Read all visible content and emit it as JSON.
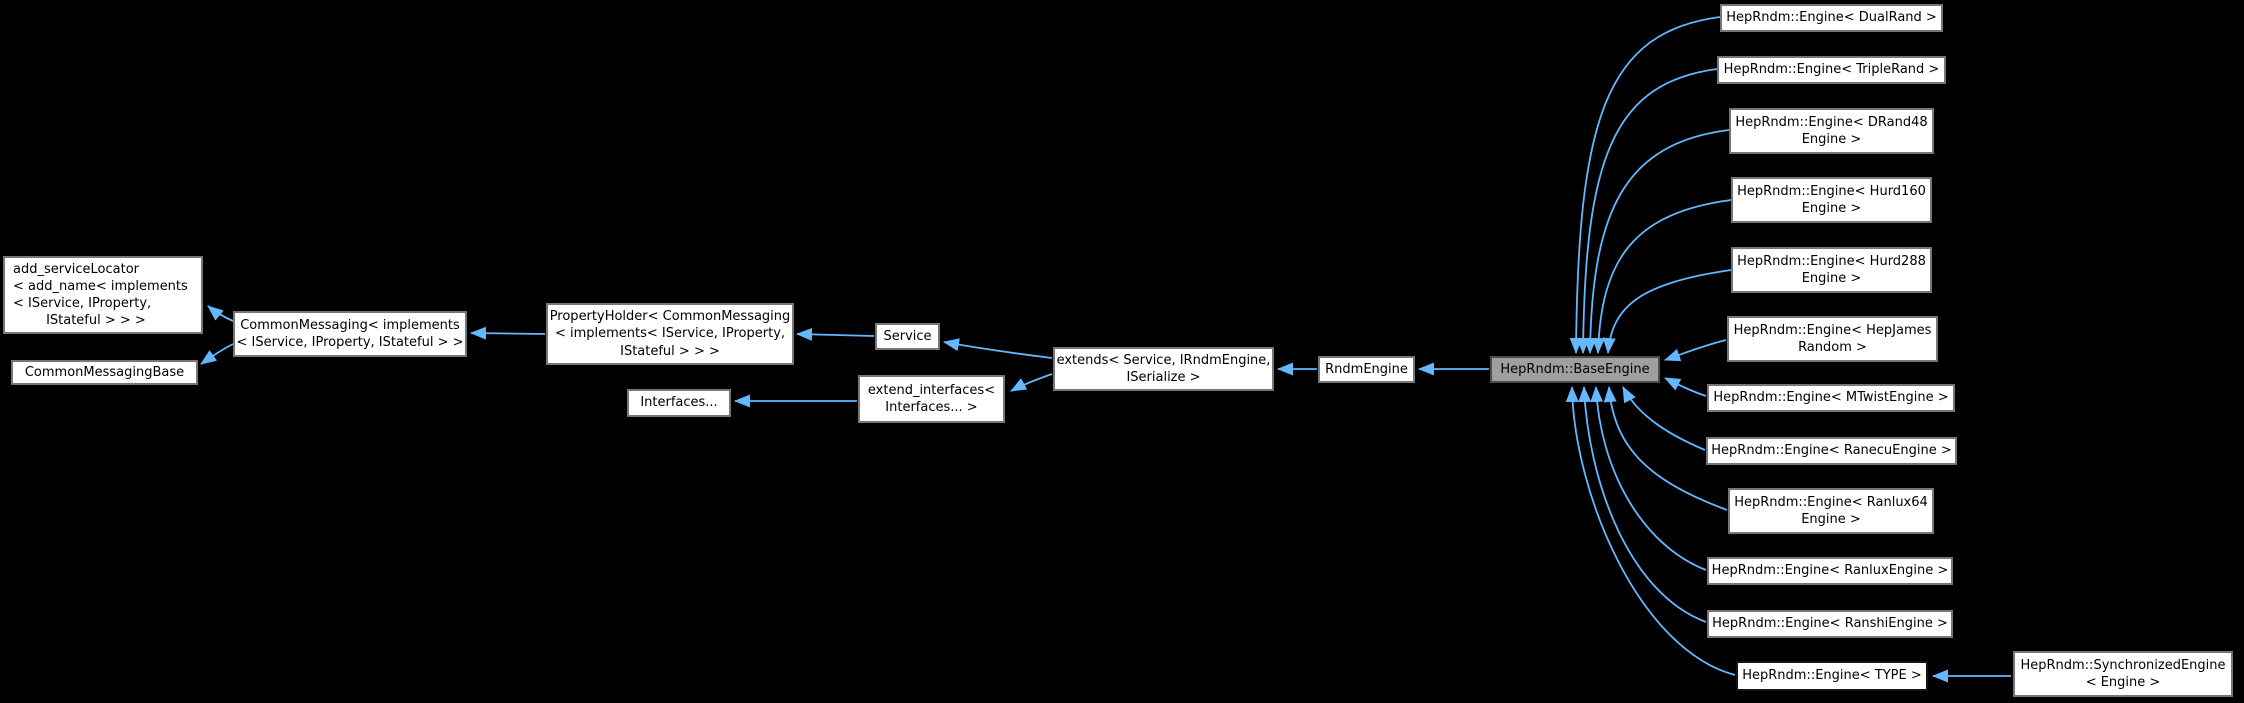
{
  "colors": {
    "background": "#000000",
    "edge": "#63b8ff",
    "node_fill": "#ffffff",
    "node_border": "#767676",
    "node_text": "#000000",
    "highlight_fill": "#9f9f9f",
    "highlight_border": "#4c4c4c",
    "template_node_border": "#141414"
  },
  "diagram": {
    "nodes": [
      {
        "id": "add-servicelocator",
        "label": "add_serviceLocator\n< add_name< implements\n< IService, IProperty,\n        IStateful > > >"
      },
      {
        "id": "commonmessagingbase",
        "label": "CommonMessagingBase"
      },
      {
        "id": "commonmessaging",
        "label": "CommonMessaging< implements\n< IService, IProperty, IStateful > >"
      },
      {
        "id": "propertyholder",
        "label": "PropertyHolder< CommonMessaging\n< implements< IService, IProperty,\nIStateful > > >"
      },
      {
        "id": "interfaces",
        "label": "Interfaces..."
      },
      {
        "id": "extend-interfaces",
        "label": "extend_interfaces<\nInterfaces... >"
      },
      {
        "id": "service",
        "label": "Service"
      },
      {
        "id": "extends",
        "label": "extends< Service, IRndmEngine,\nISerialize >"
      },
      {
        "id": "rndmengine",
        "label": "RndmEngine"
      },
      {
        "id": "baseengine",
        "label": "HepRndm::BaseEngine"
      },
      {
        "id": "engine-dualrand",
        "label": "HepRndm::Engine< DualRand >"
      },
      {
        "id": "engine-triplerand",
        "label": "HepRndm::Engine< TripleRand >"
      },
      {
        "id": "engine-drand48",
        "label": "HepRndm::Engine< DRand48\nEngine >"
      },
      {
        "id": "engine-hurd160",
        "label": "HepRndm::Engine< Hurd160\nEngine >"
      },
      {
        "id": "engine-hurd288",
        "label": "HepRndm::Engine< Hurd288\nEngine >"
      },
      {
        "id": "engine-hepjames",
        "label": "HepRndm::Engine< HepJames\nRandom >"
      },
      {
        "id": "engine-mtwist",
        "label": "HepRndm::Engine< MTwistEngine >"
      },
      {
        "id": "engine-ranecu",
        "label": "HepRndm::Engine< RanecuEngine >"
      },
      {
        "id": "engine-ranlux64",
        "label": "HepRndm::Engine< Ranlux64\nEngine >"
      },
      {
        "id": "engine-ranlux",
        "label": "HepRndm::Engine< RanluxEngine >"
      },
      {
        "id": "engine-ranshi",
        "label": "HepRndm::Engine< RanshiEngine >"
      },
      {
        "id": "engine-type",
        "label": "HepRndm::Engine< TYPE >"
      },
      {
        "id": "synchronizedengine",
        "label": "HepRndm::SynchronizedEngine\n< Engine >"
      }
    ],
    "edges": [
      {
        "from": "commonmessaging",
        "to": "add-servicelocator"
      },
      {
        "from": "commonmessaging",
        "to": "commonmessagingbase"
      },
      {
        "from": "propertyholder",
        "to": "commonmessaging"
      },
      {
        "from": "service",
        "to": "propertyholder"
      },
      {
        "from": "extend-interfaces",
        "to": "interfaces"
      },
      {
        "from": "extends",
        "to": "service"
      },
      {
        "from": "extends",
        "to": "extend-interfaces"
      },
      {
        "from": "rndmengine",
        "to": "extends"
      },
      {
        "from": "baseengine",
        "to": "rndmengine"
      },
      {
        "from": "engine-dualrand",
        "to": "baseengine"
      },
      {
        "from": "engine-triplerand",
        "to": "baseengine"
      },
      {
        "from": "engine-drand48",
        "to": "baseengine"
      },
      {
        "from": "engine-hurd160",
        "to": "baseengine"
      },
      {
        "from": "engine-hurd288",
        "to": "baseengine"
      },
      {
        "from": "engine-hepjames",
        "to": "baseengine"
      },
      {
        "from": "engine-mtwist",
        "to": "baseengine"
      },
      {
        "from": "engine-ranecu",
        "to": "baseengine"
      },
      {
        "from": "engine-ranlux64",
        "to": "baseengine"
      },
      {
        "from": "engine-ranlux",
        "to": "baseengine"
      },
      {
        "from": "engine-ranshi",
        "to": "baseengine"
      },
      {
        "from": "engine-type",
        "to": "baseengine"
      },
      {
        "from": "synchronizedengine",
        "to": "engine-type"
      }
    ]
  }
}
